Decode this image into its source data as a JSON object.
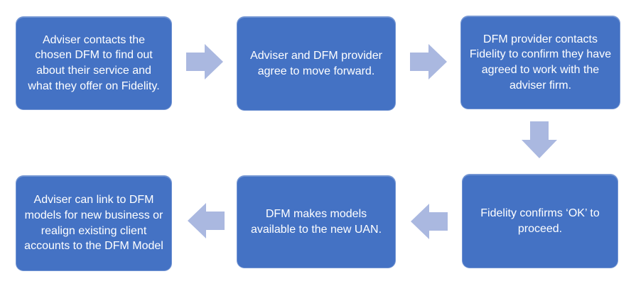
{
  "diagram": {
    "type": "process-flowchart",
    "steps": [
      {
        "id": 1,
        "text": "Adviser contacts the chosen DFM to find out about their service and what they offer on Fidelity."
      },
      {
        "id": 2,
        "text": "Adviser and DFM provider agree to move forward."
      },
      {
        "id": 3,
        "text": "DFM provider contacts Fidelity to confirm they have agreed to work with the adviser firm."
      },
      {
        "id": 4,
        "text": "Fidelity confirms ‘OK’ to proceed."
      },
      {
        "id": 5,
        "text": "DFM makes models available to the new UAN."
      },
      {
        "id": 6,
        "text": "Adviser can link to DFM models for new business or realign existing client accounts to the DFM Model"
      }
    ],
    "arrows": [
      {
        "from": 1,
        "to": 2,
        "direction": "right"
      },
      {
        "from": 2,
        "to": 3,
        "direction": "right"
      },
      {
        "from": 3,
        "to": 4,
        "direction": "down"
      },
      {
        "from": 4,
        "to": 5,
        "direction": "left"
      },
      {
        "from": 5,
        "to": 6,
        "direction": "left"
      }
    ]
  },
  "colors": {
    "background": "#FFFFFF",
    "box_fill": "#4472C4",
    "box_text": "#FFFFFF",
    "arrow_fill": "#AAB8E0"
  }
}
